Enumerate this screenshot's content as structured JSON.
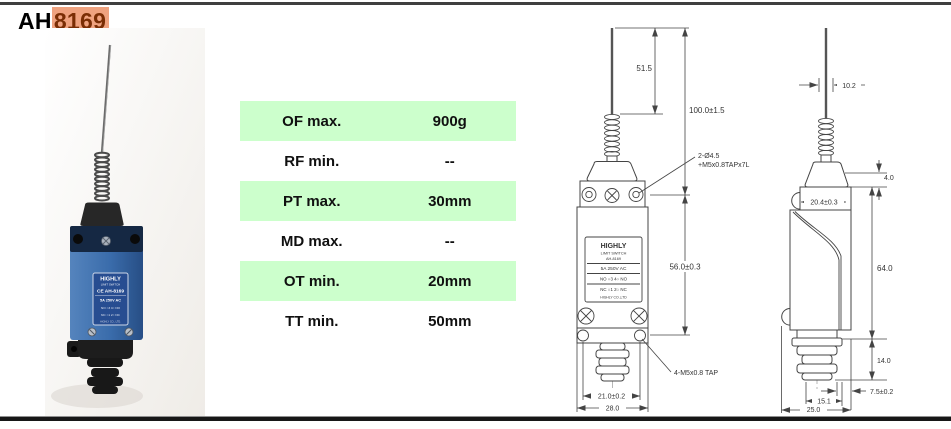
{
  "page": {
    "title_prefix": "AH",
    "title_highlight": "8169"
  },
  "colors": {
    "highlight_bg": "#efa27f",
    "highlight_text": "#7a2d04",
    "row_green": "#ccffcc",
    "body_blue": "#3d6fae",
    "drawing_line": "#444444"
  },
  "spec_table": {
    "rows": [
      {
        "label": "OF max.",
        "value": "900g"
      },
      {
        "label": "RF min.",
        "value": "--"
      },
      {
        "label": "PT max.",
        "value": "30mm"
      },
      {
        "label": "MD max.",
        "value": "--"
      },
      {
        "label": "OT min.",
        "value": "20mm"
      },
      {
        "label": "TT min.",
        "value": "50mm"
      }
    ]
  },
  "photo_label": {
    "brand": "HIGHLY",
    "type": "LIMIT SWITCH",
    "ce_model": "CE AH-8169",
    "rating": "5A 250V AC",
    "no_row": "NO ○3  4○ NO",
    "nc_row": "NC ○1  2○ NC",
    "company": "HIGHLY CO., LTD."
  },
  "drawing": {
    "front_label": {
      "brand": "HIGHLY",
      "type": "LIMIT SWITCH",
      "model": "AH-8169",
      "rating": "5A 250V AC",
      "no_row": "NO ○3  4○ NO",
      "nc_row": "NC ○1  2○ NC",
      "company": "HIGHLY CO.,LTD"
    },
    "front_dims": {
      "arm_length": "51.5",
      "total_height": "100.0±1.5",
      "body_height": "56.0±0.3",
      "top_hole_note1": "2-Ø4.5",
      "top_hole_note2": "+M5x0.8TAPx7L",
      "bottom_hole_note": "4-M5x0.8 TAP",
      "mount_width": "21.0±0.2",
      "body_width": "28.0"
    },
    "side_dims": {
      "arm_offset": "10.2",
      "flange_height": "4.0",
      "head_width": "20.4±0.3",
      "body_height": "64.0",
      "gland_height": "14.0",
      "gland_offset": "7.5±0.2",
      "mount_depth": "15.1",
      "body_depth": "25.0"
    }
  }
}
